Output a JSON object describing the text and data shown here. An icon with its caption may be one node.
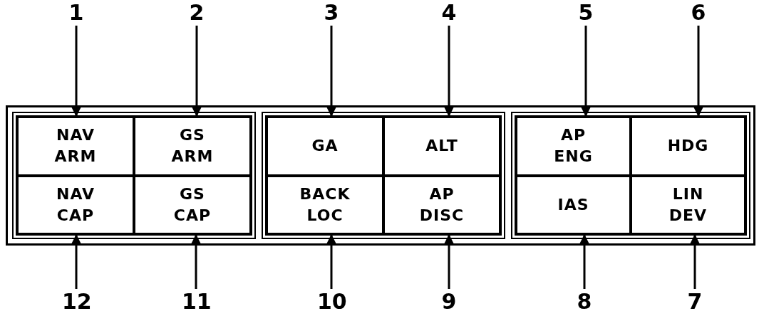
{
  "diagram": {
    "nodes": [
      {
        "text": [
          "1"
        ]
      },
      {
        "text": [
          "2"
        ]
      },
      {
        "text": [
          "3"
        ]
      },
      {
        "text": [
          "4"
        ]
      },
      {
        "text": [
          "5"
        ]
      },
      {
        "text": [
          "6"
        ]
      },
      {
        "text": [],
        "shape": "box"
      },
      {
        "text": [],
        "shape": "box",
        "in": 6
      },
      {
        "text": [
          "NAV ARM"
        ],
        "in": 7
      },
      {
        "text": [
          "GS ARM"
        ],
        "in": 7
      },
      {
        "text": [
          "NAV CAP"
        ],
        "in": 7
      },
      {
        "text": [
          "GS CAP"
        ],
        "in": 7
      },
      {
        "text": [],
        "shape": "box",
        "in": 6
      },
      {
        "text": [
          "GA"
        ],
        "in": 12
      },
      {
        "text": [
          "ALT"
        ],
        "in": 12
      },
      {
        "text": [
          "BACK LOC"
        ],
        "in": 12
      },
      {
        "text": [
          "AP DISC"
        ],
        "in": 12
      },
      {
        "text": [],
        "shape": "box",
        "in": 6
      },
      {
        "text": [
          "AP ENG"
        ],
        "in": 17
      },
      {
        "text": [
          "HDG"
        ],
        "in": 17
      },
      {
        "text": [
          "IAS"
        ],
        "in": 17
      },
      {
        "text": [
          "LIN DEV"
        ],
        "in": 17
      },
      {
        "text": [
          "12"
        ]
      },
      {
        "text": [
          "11"
        ]
      },
      {
        "text": [
          "10"
        ]
      },
      {
        "text": [
          "9"
        ]
      },
      {
        "text": [
          "8"
        ]
      },
      {
        "text": [
          "7"
        ]
      }
    ],
    "edges": [
      {
        "from": 0,
        "to": 8,
        "arrow": "to"
      },
      {
        "from": 1,
        "to": 9,
        "arrow": "to"
      },
      {
        "from": 2,
        "to": 13,
        "arrow": "to"
      },
      {
        "from": 3,
        "to": 14,
        "arrow": "to"
      },
      {
        "from": 4,
        "to": 18,
        "arrow": "to"
      },
      {
        "from": 5,
        "to": 19,
        "arrow": "to"
      },
      {
        "from": 22,
        "to": 10,
        "arrow": "to"
      },
      {
        "from": 23,
        "to": 11,
        "arrow": "to"
      },
      {
        "from": 24,
        "to": 15,
        "arrow": "to"
      },
      {
        "from": 25,
        "to": 16,
        "arrow": "to"
      },
      {
        "from": 26,
        "to": 20,
        "arrow": "to"
      },
      {
        "from": 27,
        "to": 21,
        "arrow": "to"
      }
    ]
  }
}
